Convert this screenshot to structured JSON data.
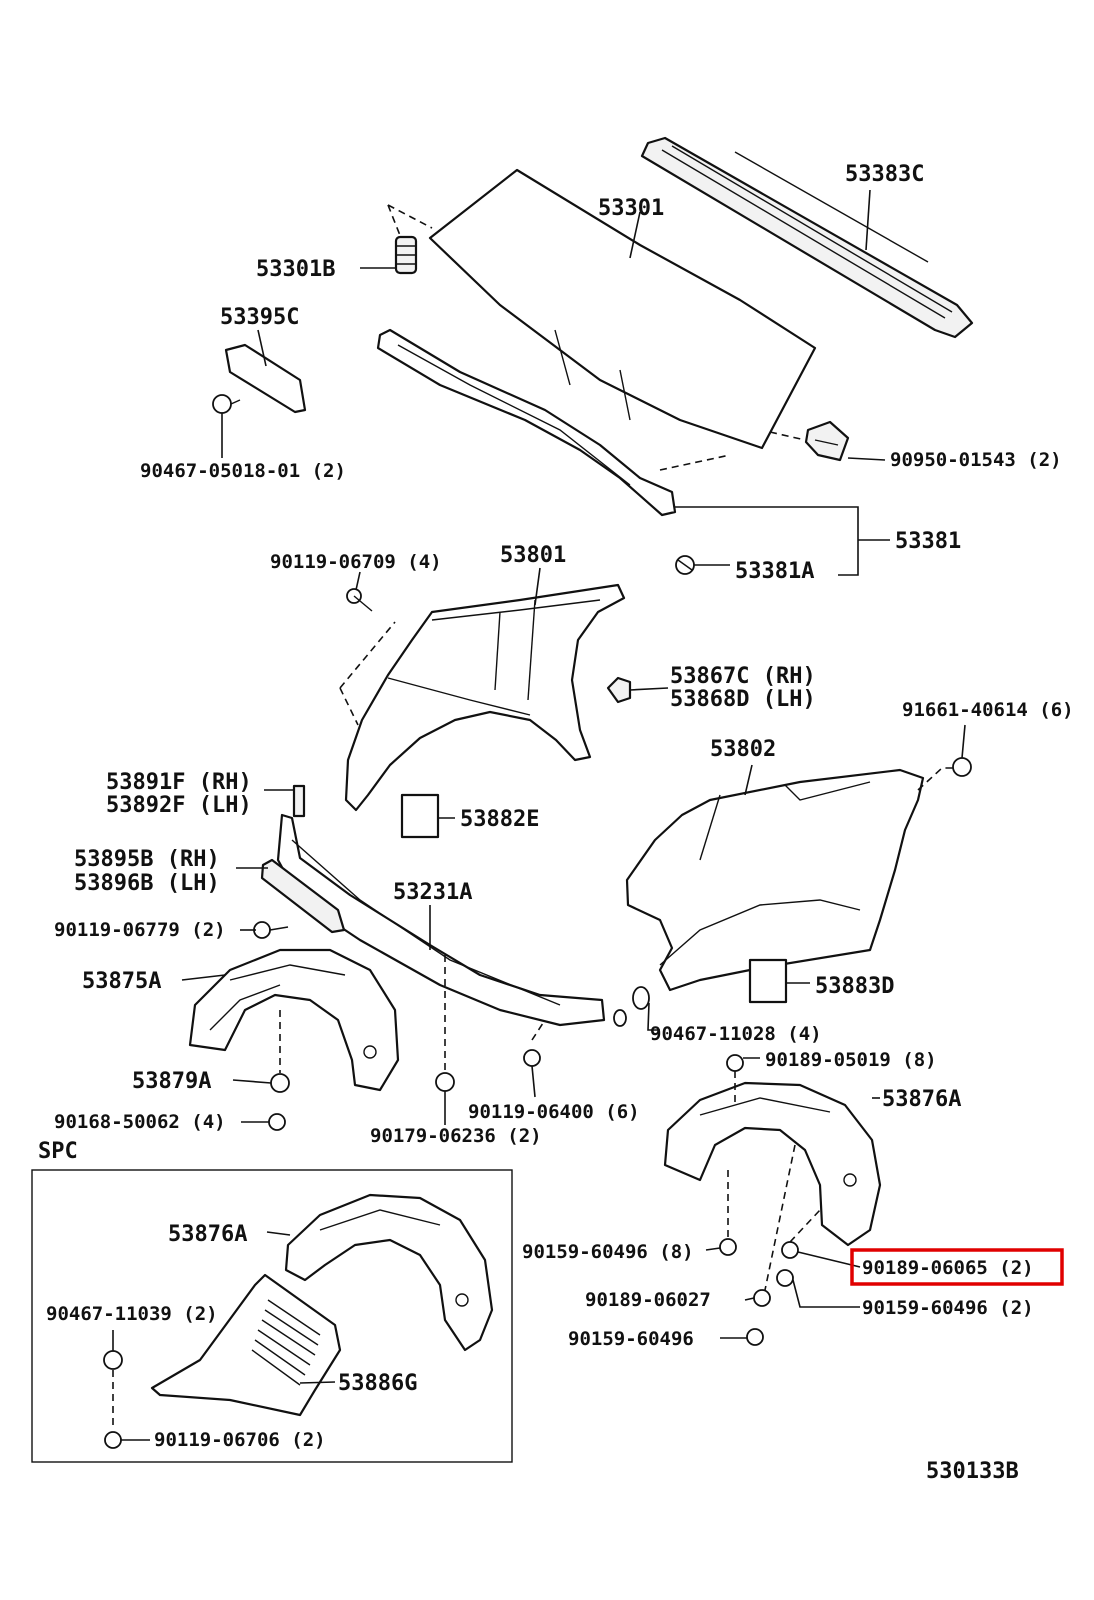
{
  "diagram": {
    "highlight_color": "#e00000",
    "section_label": "SPC",
    "figure_code": "530133B",
    "highlighted_part": "90189-06065 (2)",
    "labels": {
      "p53383C": "53383C",
      "p53301": "53301",
      "p53301B": "53301B",
      "p53395C": "53395C",
      "p90467_05018": "90467-05018-01 (2)",
      "p90950_01543": "90950-01543 (2)",
      "p53381": "53381",
      "p53381A": "53381A",
      "p90119_06709": "90119-06709 (4)",
      "p53801": "53801",
      "p53867C": "53867C (RH)",
      "p53868D": "53868D (LH)",
      "p91661_40614": "91661-40614 (6)",
      "p53802": "53802",
      "p53891F": "53891F (RH)",
      "p53892F": "53892F (LH)",
      "p53882E": "53882E",
      "p53895B": "53895B (RH)",
      "p53896B": "53896B (LH)",
      "p53231A": "53231A",
      "p90119_06779": "90119-06779 (2)",
      "p53875A": "53875A",
      "p53883D": "53883D",
      "p90467_11028": "90467-11028 (4)",
      "p90189_05019": "90189-05019 (8)",
      "p53876A_main": "53876A",
      "p53879A": "53879A",
      "p90168_50062": "90168-50062 (4)",
      "p90179_06236": "90179-06236 (2)",
      "p90119_06400": "90119-06400 (6)",
      "p53876A_spc": "53876A",
      "p90159_60496_8": "90159-60496 (8)",
      "p90189_06027": "90189-06027",
      "p90159_60496_2": "90159-60496 (2)",
      "p90159_60496": "90159-60496",
      "p90467_11039": "90467-11039 (2)",
      "p53886G": "53886G",
      "p90119_06706": "90119-06706 (2)"
    }
  }
}
